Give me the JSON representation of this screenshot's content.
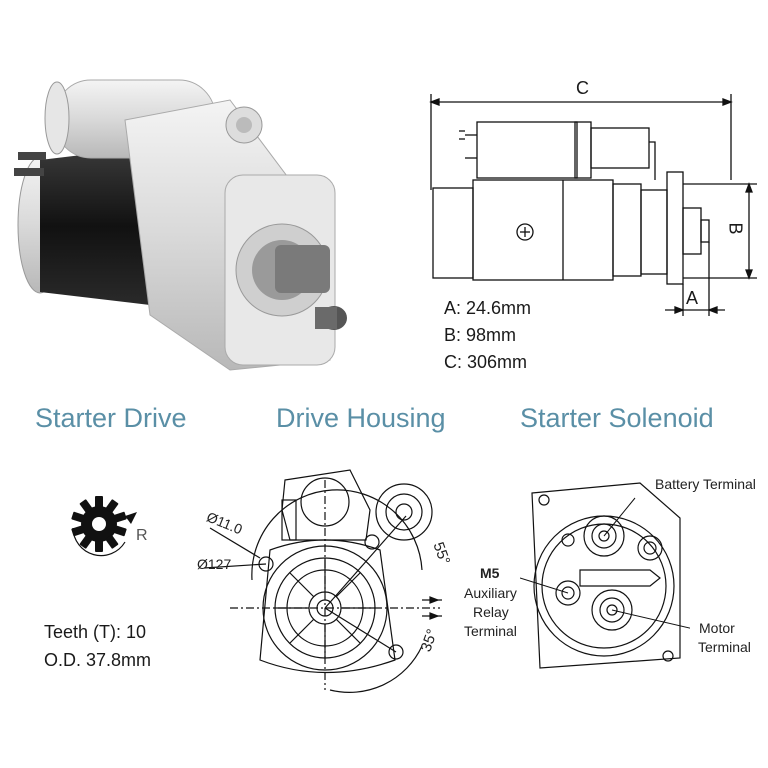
{
  "dimensions": {
    "a_label": "A",
    "b_label": "B",
    "c_label": "C",
    "a_value": "A: 24.6mm",
    "b_value": "B: 98mm",
    "c_value": "C: 306mm"
  },
  "sections": {
    "starter_drive": "Starter Drive",
    "drive_housing": "Drive Housing",
    "starter_solenoid": "Starter Solenoid"
  },
  "starter_drive": {
    "rotation": "R",
    "teeth": "Teeth (T):  10",
    "od": "O.D. 37.8mm"
  },
  "drive_housing": {
    "hole_dia": "Ø11.0",
    "bolt_circle": "Ø127",
    "angle_upper": "55°",
    "angle_lower": "35°"
  },
  "solenoid": {
    "battery_terminal": "Battery Terminal",
    "m5": "M5",
    "aux_1": "Auxiliary",
    "aux_2": "Relay",
    "aux_3": "Terminal",
    "motor_1": "Motor",
    "motor_2": "Terminal"
  }
}
